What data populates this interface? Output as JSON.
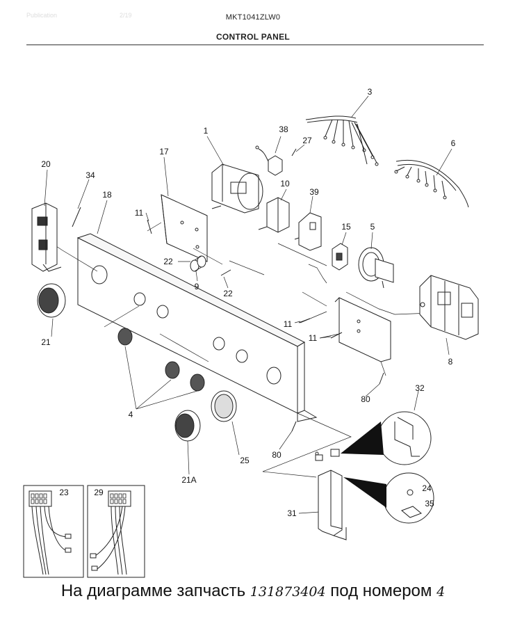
{
  "header": {
    "model": "MKT1041ZLW0",
    "section": "CONTROL PANEL",
    "faint_left": "Publication",
    "faint_right": "2/19"
  },
  "callouts": [
    "1",
    "3",
    "4",
    "6",
    "5",
    "8",
    "9",
    "10",
    "11",
    "15",
    "17",
    "18",
    "20",
    "21",
    "21A",
    "22",
    "23",
    "24",
    "25",
    "27",
    "29",
    "31",
    "32",
    "34",
    "35",
    "38",
    "39",
    "80"
  ],
  "caption": {
    "before": "На диаграмме запчасть",
    "part_number": "131873404",
    "middle": "под номером",
    "item": "4"
  }
}
